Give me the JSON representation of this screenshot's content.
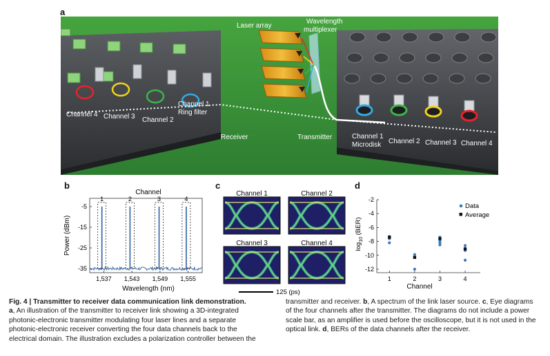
{
  "panel_a": {
    "letter": "a",
    "labels": {
      "laser_array": "Laser array",
      "wavelength_multiplexer_1": "Wavelength",
      "wavelength_multiplexer_2": "multiplexer",
      "channel4": "Channel 4",
      "channel3": "Channel 3",
      "channel2": "Channel 2",
      "channel1": "Channel 1",
      "ring_filter": "Ring filter",
      "receiver": "Receiver",
      "transmitter": "Transmitter",
      "tx_channel1": "Channel 1",
      "microdisk": "Microdisk",
      "tx_channel2": "Channel 2",
      "tx_channel3": "Channel 3",
      "tx_channel4": "Channel 4"
    },
    "ring_colors": [
      "#e8232b",
      "#f2d21b",
      "#3db54a",
      "#35a9e0"
    ]
  },
  "panel_b": {
    "letter": "b",
    "chart_data": {
      "type": "line",
      "title": "Channel",
      "xlabel": "Wavelength (nm)",
      "ylabel": "Power (dBm)",
      "xticks": [
        "1,537",
        "1,543",
        "1,549",
        "1,555"
      ],
      "yticks": [
        "-5",
        "-15",
        "-25",
        "-35"
      ],
      "ylim": [
        -37,
        -1
      ],
      "channel_markers": [
        "1",
        "2",
        "3",
        "4"
      ],
      "peaks": [
        {
          "channel": "1",
          "wavelength": 1536.6,
          "power": -5
        },
        {
          "channel": "2",
          "wavelength": 1542.6,
          "power": -5
        },
        {
          "channel": "3",
          "wavelength": 1548.8,
          "power": -5
        },
        {
          "channel": "4",
          "wavelength": 1554.6,
          "power": -5
        }
      ],
      "noise_floor": -35
    }
  },
  "panel_c": {
    "letter": "c",
    "eyes": [
      {
        "title": "Channel 1"
      },
      {
        "title": "Channel 2"
      },
      {
        "title": "Channel 3"
      },
      {
        "title": "Channel 4"
      }
    ],
    "scale_label": "125 (ps)"
  },
  "panel_d": {
    "letter": "d",
    "chart_data": {
      "type": "scatter",
      "xlabel": "Channel",
      "ylabel": "log10(BER)",
      "ylabel_main": "log",
      "ylabel_sub": "10",
      "ylabel_tail": " (BER)",
      "xticks": [
        "1",
        "2",
        "3",
        "4"
      ],
      "yticks": [
        "-2",
        "-4",
        "-6",
        "-8",
        "-10",
        "-12"
      ],
      "ylim": [
        -12.5,
        -2
      ],
      "legend": {
        "data": "Data",
        "average": "Average"
      },
      "series": [
        {
          "name": "Data",
          "x": [
            1,
            1,
            1,
            2,
            2,
            3,
            3,
            3,
            3,
            4,
            4,
            4,
            4
          ],
          "y": [
            -7.3,
            -7.6,
            -8.2,
            -9.9,
            -12.0,
            -7.4,
            -7.9,
            -8.2,
            -8.5,
            -8.6,
            -9.0,
            -9.3,
            -10.7
          ]
        },
        {
          "name": "Average",
          "x": [
            1,
            2,
            3,
            4
          ],
          "y": [
            -7.4,
            -10.3,
            -7.6,
            -9.1
          ]
        }
      ]
    }
  },
  "caption": {
    "left_lines": [
      "Fig. 4 | Transmitter to receiver data communication link demonstration.",
      "a, An illustration of the transmitter to receiver link showing a 3D-integrated",
      "photonic-electronic transmitter modulating four laser lines and a separate",
      "photonic-electronic receiver converting the four data channels back to the",
      "electrical domain. The illustration excludes a polarization controller between the"
    ],
    "right_lines": [
      "transmitter and receiver. b, A spectrum of the link laser source. c, Eye diagrams",
      "of the four channels after the transmitter. The diagrams do not include a power",
      "scale bar, as an amplifier is used before the oscilloscope, but it is not used in the",
      "optical link. d, BERs of the data channels after the receiver."
    ]
  }
}
